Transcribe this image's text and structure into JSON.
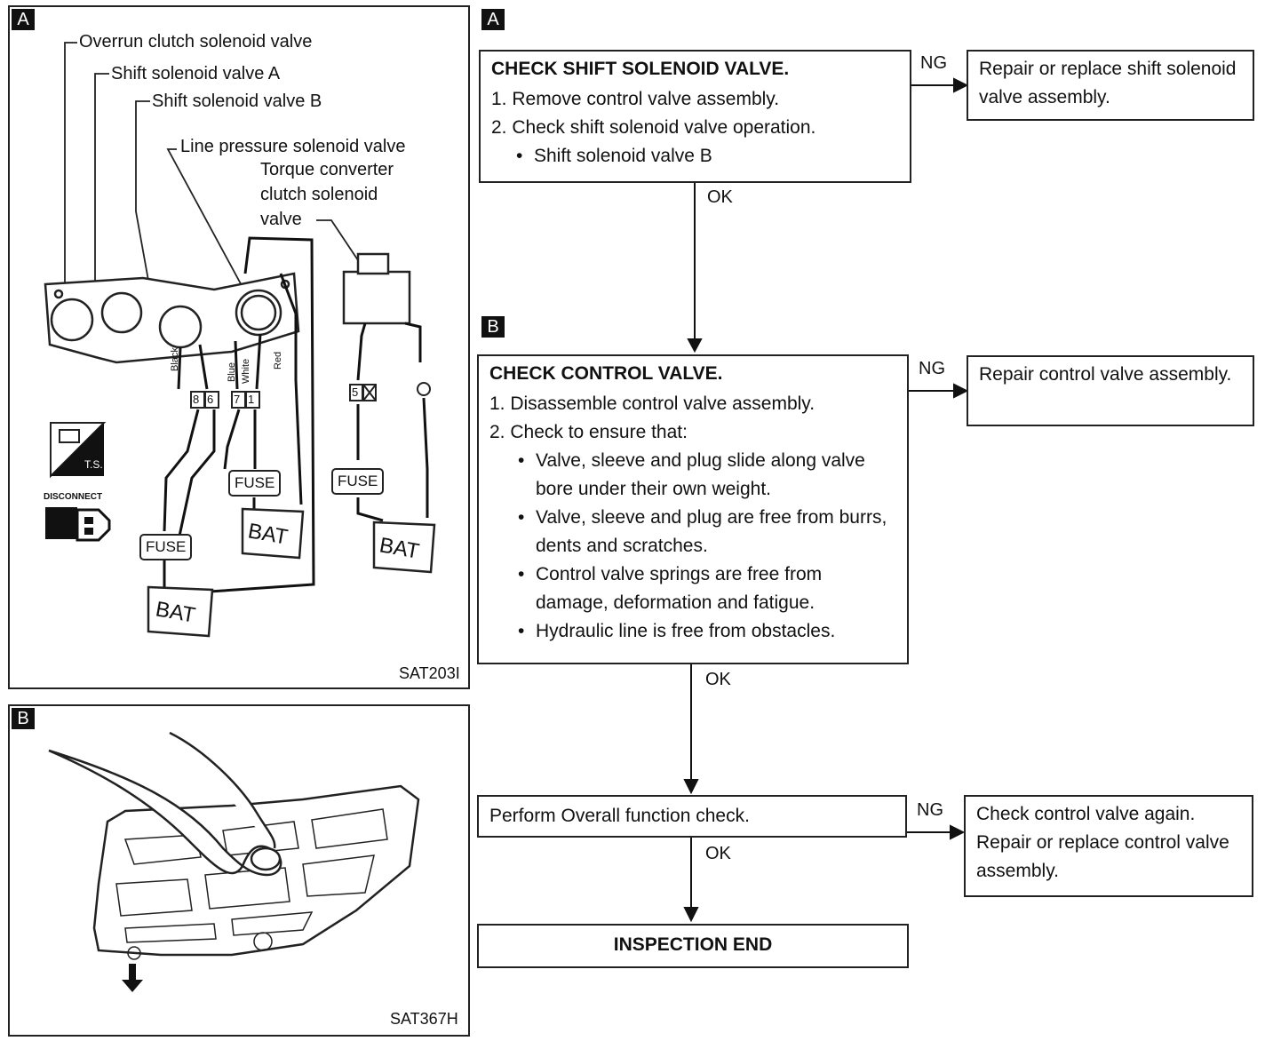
{
  "panel_a": {
    "tag": "A",
    "labels": {
      "overrun": "Overrun clutch solenoid valve",
      "shift_a": "Shift solenoid valve A",
      "shift_b": "Shift solenoid valve B",
      "line_pressure": "Line pressure solenoid valve",
      "tcc_1": "Torque converter",
      "tcc_2": "clutch solenoid",
      "tcc_3": "valve"
    },
    "wire_colors": [
      "Black",
      "Blue",
      "White",
      "Red"
    ],
    "terminals": [
      "8",
      "6",
      "7",
      "1",
      "5"
    ],
    "fuse": "FUSE",
    "bat": "BAT",
    "ts": "T.S.",
    "disconnect": "DISCONNECT",
    "code": "SAT203I"
  },
  "panel_b": {
    "tag": "B",
    "code": "SAT367H"
  },
  "flow": {
    "tag_a": "A",
    "tag_b": "B",
    "step1": {
      "title": "CHECK SHIFT SOLENOID VALVE.",
      "line1": "1. Remove control valve assembly.",
      "line2": "2. Check shift solenoid valve operation.",
      "bullet1": "Shift solenoid valve B",
      "ng": "NG",
      "ng_text": "Repair or replace shift solenoid valve assembly.",
      "ok": "OK"
    },
    "step2": {
      "title": "CHECK CONTROL VALVE.",
      "line1": "1. Disassemble control valve assembly.",
      "line2": "2. Check to ensure that:",
      "bullets": [
        "Valve, sleeve and plug slide along valve bore under their own weight.",
        "Valve, sleeve and plug are free from burrs, dents and scratches.",
        "Control valve springs are free from damage, deformation and fatigue.",
        "Hydraulic line is free from obstacles."
      ],
      "ng": "NG",
      "ng_text": "Repair control valve assembly.",
      "ok": "OK"
    },
    "step3": {
      "text": "Perform Overall function check.",
      "ng": "NG",
      "ng_text_1": "Check control valve again.",
      "ng_text_2": "Repair or replace control valve assembly.",
      "ok": "OK"
    },
    "end": "INSPECTION END"
  }
}
